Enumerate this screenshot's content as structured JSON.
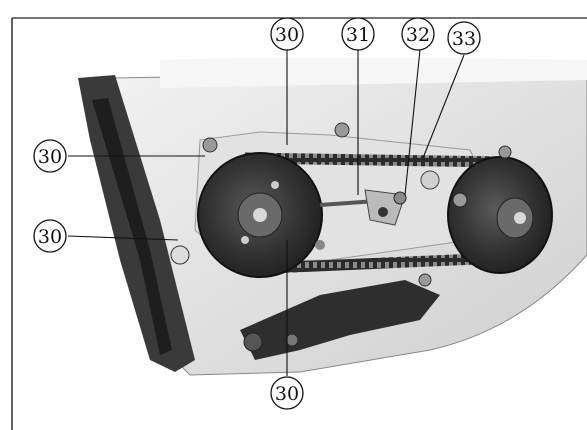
{
  "figure": {
    "photo_description_alt": "Belt drive assembly photo",
    "callouts": [
      {
        "id": "c30a",
        "label": "30"
      },
      {
        "id": "c31",
        "label": "31"
      },
      {
        "id": "c32",
        "label": "32"
      },
      {
        "id": "c33",
        "label": "33"
      },
      {
        "id": "c30b",
        "label": "30"
      },
      {
        "id": "c30c",
        "label": "30"
      },
      {
        "id": "c30d",
        "label": "30"
      }
    ]
  },
  "colors": {
    "background": "#ffffff",
    "frame": "#222222",
    "metal_light": "#e6e6e6",
    "metal_mid": "#bdbdbd",
    "metal_dark": "#3a3a3a",
    "belt": "#2b2b2b"
  }
}
